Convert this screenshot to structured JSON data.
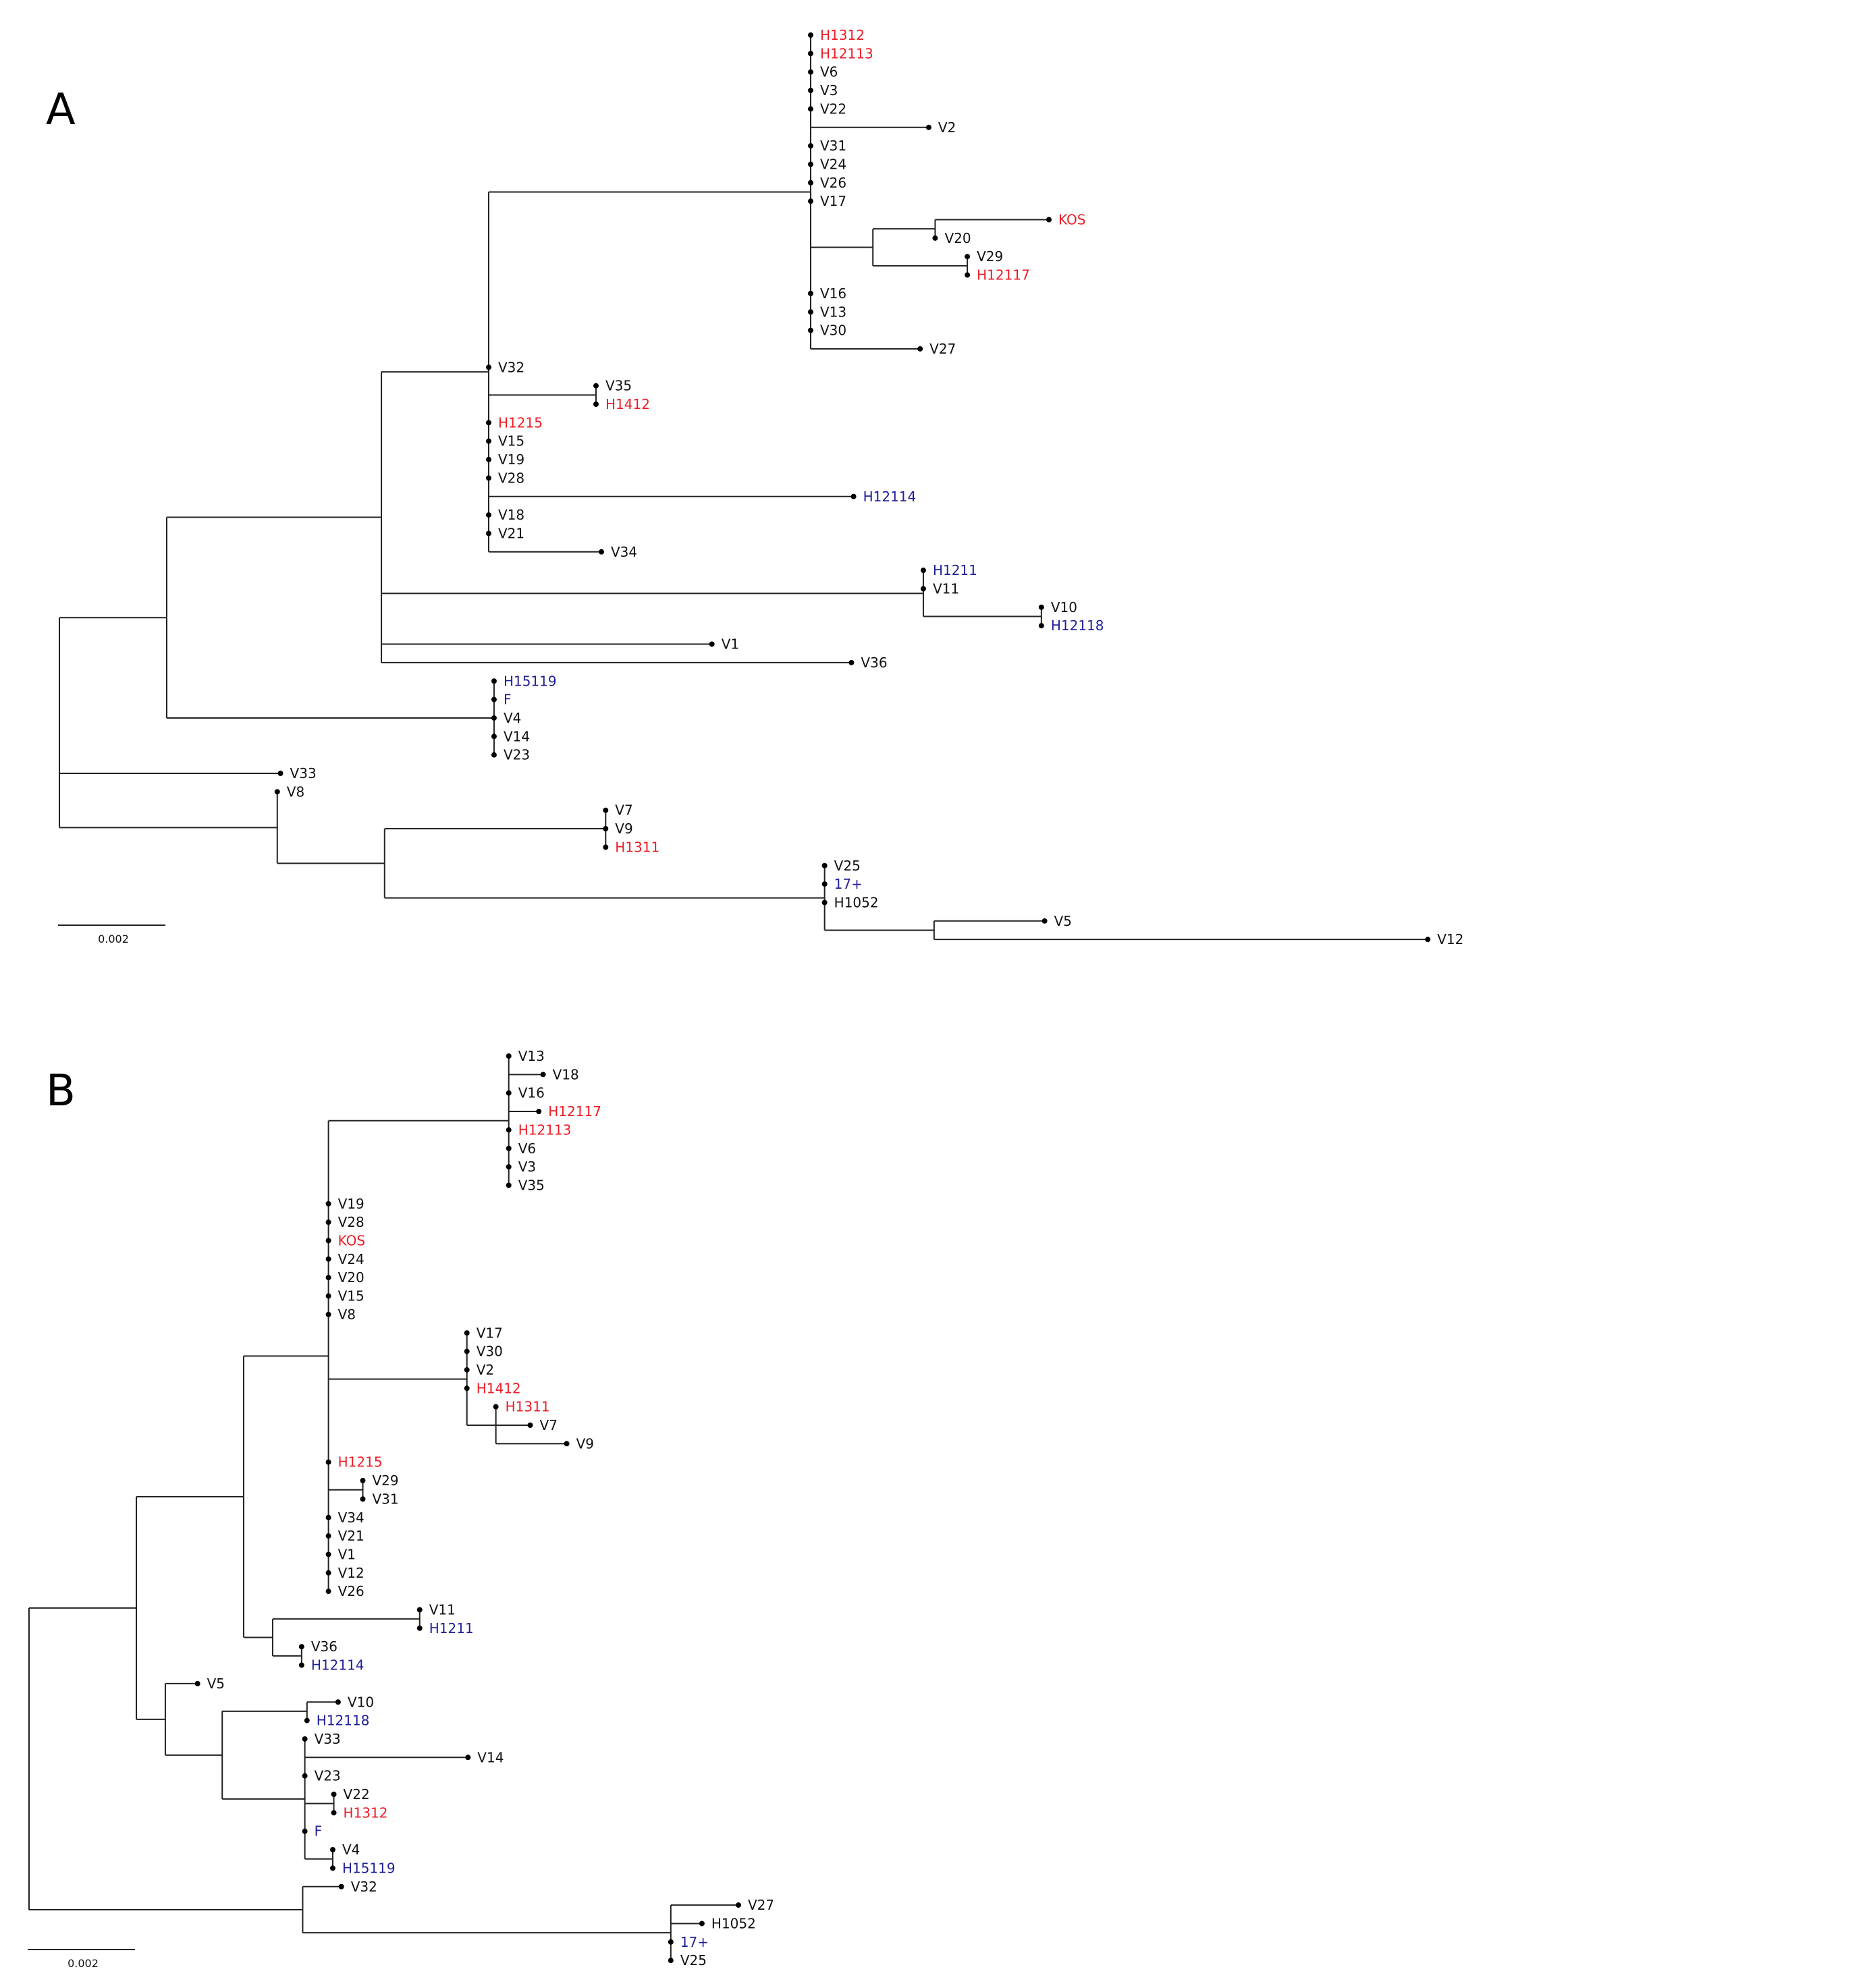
{
  "colors": {
    "black": "#111111",
    "red": "#ee1c25",
    "blue": "#1f1f9a",
    "line": "#222222"
  },
  "panels": [
    {
      "letter": "A",
      "scale_label": "0.002",
      "tree": {
        "l": 0.0,
        "c": [
          {
            "l": 0.01,
            "c": [
              {
                "l": 0.02,
                "c": [
                  {
                    "l": 0.01,
                    "c": [
                      {
                        "l": 0.03,
                        "c": [
                          {
                            "n": "H1312",
                            "col": "red",
                            "l": 0
                          },
                          {
                            "n": "H12113",
                            "col": "red",
                            "l": 0
                          },
                          {
                            "n": "V6",
                            "l": 0
                          },
                          {
                            "n": "V3",
                            "l": 0
                          },
                          {
                            "n": "V22",
                            "l": 0
                          },
                          {
                            "n": "V2",
                            "l": 0.011
                          },
                          {
                            "n": "V31",
                            "l": 0
                          },
                          {
                            "n": "V24",
                            "l": 0
                          },
                          {
                            "n": "V26",
                            "l": 0
                          },
                          {
                            "n": "V17",
                            "l": 0
                          },
                          {
                            "l": 0.0058,
                            "c": [
                              {
                                "l": 0.0058,
                                "c": [
                                  {
                                    "n": "KOS",
                                    "col": "red",
                                    "l": 0.0106
                                  },
                                  {
                                    "n": "V20",
                                    "l": 0
                                  }
                                ]
                              },
                              {
                                "l": 0.0088,
                                "c": [
                                  {
                                    "n": "V29",
                                    "l": 0
                                  },
                                  {
                                    "n": "H12117",
                                    "col": "red",
                                    "l": 0
                                  }
                                ]
                              }
                            ]
                          },
                          {
                            "n": "V16",
                            "l": 0
                          },
                          {
                            "n": "V13",
                            "l": 0
                          },
                          {
                            "n": "V30",
                            "l": 0
                          },
                          {
                            "n": "V27",
                            "l": 0.0102
                          }
                        ]
                      },
                      {
                        "n": "V32",
                        "l": 0
                      },
                      {
                        "l": 0.01,
                        "c": [
                          {
                            "n": "V35",
                            "l": 0
                          },
                          {
                            "n": "H1412",
                            "col": "red",
                            "l": 0
                          }
                        ]
                      },
                      {
                        "n": "H1215",
                        "col": "red",
                        "l": 0
                      },
                      {
                        "n": "V15",
                        "l": 0
                      },
                      {
                        "n": "V19",
                        "l": 0
                      },
                      {
                        "n": "V28",
                        "l": 0
                      },
                      {
                        "n": "H12114",
                        "col": "blue",
                        "l": 0.034
                      },
                      {
                        "n": "V18",
                        "l": 0
                      },
                      {
                        "n": "V21",
                        "l": 0
                      },
                      {
                        "n": "V34",
                        "l": 0.0105
                      }
                    ]
                  },
                  {
                    "l": 0.0505,
                    "c": [
                      {
                        "n": "H1211",
                        "col": "blue",
                        "l": 0
                      },
                      {
                        "n": "V11",
                        "l": 0
                      },
                      {
                        "l": 0.011,
                        "c": [
                          {
                            "n": "V10",
                            "l": 0
                          },
                          {
                            "n": "H12118",
                            "col": "blue",
                            "l": 0
                          }
                        ]
                      }
                    ]
                  },
                  {
                    "n": "V1",
                    "l": 0.0308
                  },
                  {
                    "n": "V36",
                    "l": 0.0438
                  }
                ]
              },
              {
                "l": 0.0305,
                "c": [
                  {
                    "n": "H15119",
                    "col": "blue",
                    "l": 0
                  },
                  {
                    "n": "F",
                    "col": "blue",
                    "l": 0
                  },
                  {
                    "n": "V4",
                    "l": 0
                  },
                  {
                    "n": "V14",
                    "l": 0
                  },
                  {
                    "n": "V23",
                    "l": 0
                  }
                ]
              }
            ]
          },
          {
            "l": 0,
            "c": [
              {
                "n": "V33",
                "l": 0.0206
              },
              {
                "l": 0.0203,
                "c": [
                  {
                    "n": "V8",
                    "l": 0
                  },
                  {
                    "l": 0.01,
                    "c": [
                      {
                        "l": 0.0206,
                        "c": [
                          {
                            "n": "V7",
                            "l": 0
                          },
                          {
                            "n": "V9",
                            "l": 0
                          },
                          {
                            "n": "H1311",
                            "col": "red",
                            "l": 0
                          }
                        ]
                      },
                      {
                        "l": 0.041,
                        "c": [
                          {
                            "n": "V25",
                            "l": 0
                          },
                          {
                            "n": "17+",
                            "col": "blue",
                            "l": 0
                          },
                          {
                            "n": "H1052",
                            "l": 0
                          },
                          {
                            "l": 0.0102,
                            "c": [
                              {
                                "n": "V5",
                                "l": 0.0103
                              },
                              {
                                "n": "V12",
                                "l": 0.046
                              }
                            ]
                          }
                        ]
                      }
                    ]
                  }
                ]
              }
            ]
          }
        ]
      }
    },
    {
      "letter": "B",
      "scale_label": "0.002",
      "tree": {
        "l": 0.0,
        "c": [
          {
            "l": 0.01,
            "c": [
              {
                "l": 0.01,
                "c": [
                  {
                    "l": 0.0079,
                    "c": [
                      {
                        "l": 0.0168,
                        "c": [
                          {
                            "n": "V13",
                            "l": 0
                          },
                          {
                            "n": "V18",
                            "l": 0.0032
                          },
                          {
                            "n": "V16",
                            "l": 0
                          },
                          {
                            "n": "H12117",
                            "col": "red",
                            "l": 0.0028
                          },
                          {
                            "n": "H12113",
                            "col": "red",
                            "l": 0
                          },
                          {
                            "n": "V6",
                            "l": 0
                          },
                          {
                            "n": "V3",
                            "l": 0
                          },
                          {
                            "n": "V35",
                            "l": 0
                          }
                        ]
                      },
                      {
                        "n": "V19",
                        "l": 0
                      },
                      {
                        "n": "V28",
                        "l": 0
                      },
                      {
                        "n": "KOS",
                        "col": "red",
                        "l": 0
                      },
                      {
                        "n": "V24",
                        "l": 0
                      },
                      {
                        "n": "V20",
                        "l": 0
                      },
                      {
                        "n": "V15",
                        "l": 0
                      },
                      {
                        "n": "V8",
                        "l": 0
                      },
                      {
                        "l": 0.0129,
                        "c": [
                          {
                            "n": "V17",
                            "l": 0
                          },
                          {
                            "n": "V30",
                            "l": 0
                          },
                          {
                            "n": "V2",
                            "l": 0
                          },
                          {
                            "n": "H1412",
                            "col": "red",
                            "l": 0
                          },
                          {
                            "l": 0.0027,
                            "c": [
                              {
                                "n": "H1311",
                                "col": "red",
                                "l": 0
                              },
                              {
                                "n": "V7",
                                "l": 0.0032
                              },
                              {
                                "n": "V9",
                                "l": 0.0066
                              }
                            ]
                          }
                        ]
                      },
                      {
                        "n": "H1215",
                        "col": "red",
                        "l": 0
                      },
                      {
                        "l": 0.0032,
                        "c": [
                          {
                            "n": "V29",
                            "l": 0
                          },
                          {
                            "n": "V31",
                            "l": 0
                          }
                        ]
                      },
                      {
                        "n": "V34",
                        "l": 0
                      },
                      {
                        "n": "V21",
                        "l": 0
                      },
                      {
                        "n": "V1",
                        "l": 0
                      },
                      {
                        "n": "V12",
                        "l": 0
                      },
                      {
                        "n": "V26",
                        "l": 0
                      }
                    ]
                  },
                  {
                    "l": 0.0027,
                    "c": [
                      {
                        "l": 0.0137,
                        "c": [
                          {
                            "n": "V11",
                            "l": 0
                          },
                          {
                            "n": "H1211",
                            "col": "blue",
                            "l": 0
                          }
                        ]
                      },
                      {
                        "l": 0.0027,
                        "c": [
                          {
                            "n": "V36",
                            "l": 0
                          },
                          {
                            "n": "H12114",
                            "col": "blue",
                            "l": 0
                          }
                        ]
                      }
                    ]
                  }
                ]
              },
              {
                "l": 0.0027,
                "c": [
                  {
                    "n": "V5",
                    "l": 0.003
                  },
                  {
                    "l": 0.0053,
                    "c": [
                      {
                        "l": 0.0079,
                        "c": [
                          {
                            "n": "V10",
                            "l": 0.0029
                          },
                          {
                            "n": "H12118",
                            "col": "blue",
                            "l": 0
                          }
                        ]
                      },
                      {
                        "l": 0.0077,
                        "c": [
                          {
                            "n": "V33",
                            "l": 0
                          },
                          {
                            "n": "V14",
                            "l": 0.0152
                          },
                          {
                            "n": "V23",
                            "l": 0
                          },
                          {
                            "l": 0.0027,
                            "c": [
                              {
                                "n": "V22",
                                "l": 0
                              },
                              {
                                "n": "H1312",
                                "col": "red",
                                "l": 0
                              }
                            ]
                          },
                          {
                            "n": "F",
                            "col": "blue",
                            "l": 0
                          },
                          {
                            "l": 0.0026,
                            "c": [
                              {
                                "n": "V4",
                                "l": 0
                              },
                              {
                                "n": "H15119",
                                "col": "blue",
                                "l": 0
                              }
                            ]
                          }
                        ]
                      }
                    ]
                  }
                ]
              }
            ]
          },
          {
            "l": 0.0255,
            "c": [
              {
                "n": "V32",
                "l": 0.0036
              },
              {
                "l": 0.0343,
                "c": [
                  {
                    "n": "V27",
                    "l": 0.0063
                  },
                  {
                    "n": "H1052",
                    "l": 0.0029
                  },
                  {
                    "n": "17+",
                    "col": "blue",
                    "l": 0
                  },
                  {
                    "n": "V25",
                    "l": 0
                  }
                ]
              }
            ]
          }
        ]
      }
    }
  ]
}
